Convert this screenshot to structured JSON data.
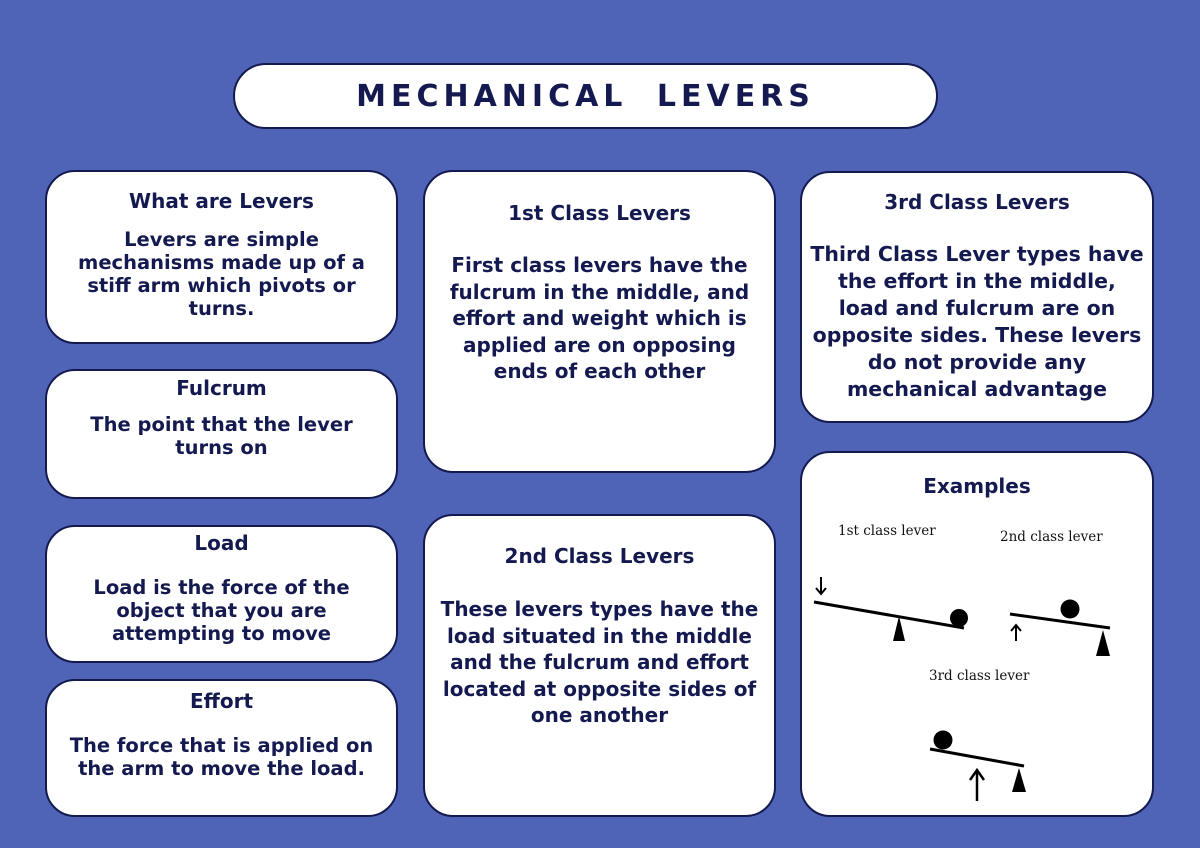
{
  "page_title": "MECHANICAL LEVERS",
  "cards": {
    "what": {
      "heading": "What are Levers",
      "body": "Levers are simple mechanisms made up of a stiff arm which pivots or turns."
    },
    "fulcrum": {
      "heading": "Fulcrum",
      "body": "The point that the lever turns on"
    },
    "load": {
      "heading": "Load",
      "body": "Load is the force of the object that you are attempting to move"
    },
    "effort": {
      "heading": "Effort",
      "body": "The force that is applied on the arm to move the load."
    },
    "first_class": {
      "heading": "1st Class Levers",
      "body": "First class levers have the fulcrum in the middle, and effort and weight which is applied are on opposing ends of each other"
    },
    "second_class": {
      "heading": "2nd Class Levers",
      "body": "These levers types have the load situated in the middle and the fulcrum and effort located at opposite sides of one another"
    },
    "third_class": {
      "heading": "3rd Class Levers",
      "body": "Third Class Lever types have the effort in the middle, load and fulcrum are on opposite sides. These levers do not provide any mechanical advantage"
    },
    "examples": {
      "heading": "Examples",
      "labels": {
        "first": "1st class lever",
        "second": "2nd class lever",
        "third": "3rd class lever"
      }
    }
  },
  "colors": {
    "background": "#4f64b7",
    "card": "#ffffff",
    "ink": "#141a4f"
  }
}
